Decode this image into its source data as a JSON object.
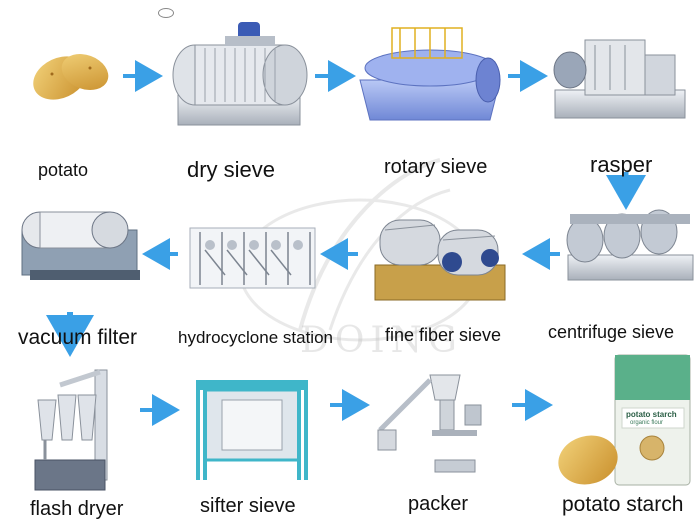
{
  "steps": [
    {
      "id": "potato",
      "label": "potato"
    },
    {
      "id": "dry-sieve",
      "label": "dry sieve"
    },
    {
      "id": "rotary-sieve",
      "label": "rotary sieve"
    },
    {
      "id": "rasper",
      "label": "rasper"
    },
    {
      "id": "centrifuge-sieve",
      "label": "centrifuge sieve"
    },
    {
      "id": "fine-fiber-sieve",
      "label": "fine fiber sieve"
    },
    {
      "id": "hydrocyclone-station",
      "label": "hydrocyclone station"
    },
    {
      "id": "vacuum-filter",
      "label": "vacuum filter"
    },
    {
      "id": "flash-dryer",
      "label": "flash dryer"
    },
    {
      "id": "sifter-sieve",
      "label": "sifter sieve"
    },
    {
      "id": "packer",
      "label": "packer"
    },
    {
      "id": "potato-starch",
      "label": "potato starch"
    }
  ],
  "bag": {
    "title": "potato starch",
    "subtitle": "organic flour"
  },
  "watermark": {
    "text": "DOING"
  },
  "colors": {
    "arrow": "#3aa0e6",
    "machine_blue": "#8fa6e8",
    "sifter_teal": "#3fb6c9",
    "steel": "#c9ced6",
    "potato": "#e0b552"
  }
}
